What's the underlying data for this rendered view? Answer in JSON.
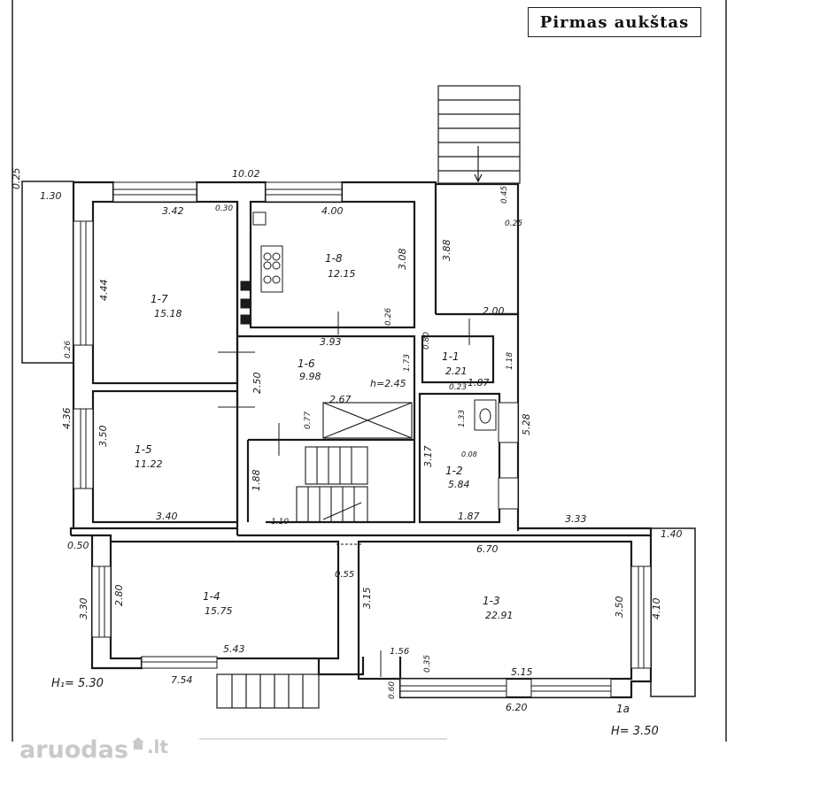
{
  "title": "Pirmas aukštas",
  "watermark": {
    "main": "aruodas",
    "suffix": ".lt",
    "icon": "house-icon"
  },
  "rooms": [
    {
      "id": "1-1",
      "area": "2.21"
    },
    {
      "id": "1-2",
      "area": "5.84"
    },
    {
      "id": "1-3",
      "area": "22.91"
    },
    {
      "id": "1-4",
      "area": "15.75"
    },
    {
      "id": "1-5",
      "area": "11.22"
    },
    {
      "id": "1-6",
      "area": "9.98"
    },
    {
      "id": "1-7",
      "area": "15.18"
    },
    {
      "id": "1-8",
      "area": "12.15"
    }
  ],
  "dimensions": [
    "10.02",
    "1.30",
    "0.25",
    "3.42",
    "0.30",
    "4.00",
    "4.44",
    "3.08",
    "3.88",
    "0.45",
    "0.25",
    "0.26",
    "2.00",
    "3.93",
    "0.80",
    "1.73",
    "1.18",
    "2.50",
    "h=2.45",
    "1.87",
    "0.23",
    "0.26",
    "2.67",
    "4.36",
    "3.50",
    "0.77",
    "1.33",
    "5.28",
    "3.17",
    "1.88",
    "0.08",
    "3.40",
    "1.10",
    "1.87",
    "3.33",
    "0.50",
    "6.70",
    "1.40",
    "3.30",
    "2.80",
    "0.55",
    "3.15",
    "3.50",
    "4.10",
    "1.56",
    "0.35",
    "5.43",
    "7.54",
    "0.60",
    "5.15",
    "6.20"
  ],
  "elevations": {
    "h1": "H₁= 5.30",
    "h_right": "H= 3.50",
    "node": "1a"
  }
}
